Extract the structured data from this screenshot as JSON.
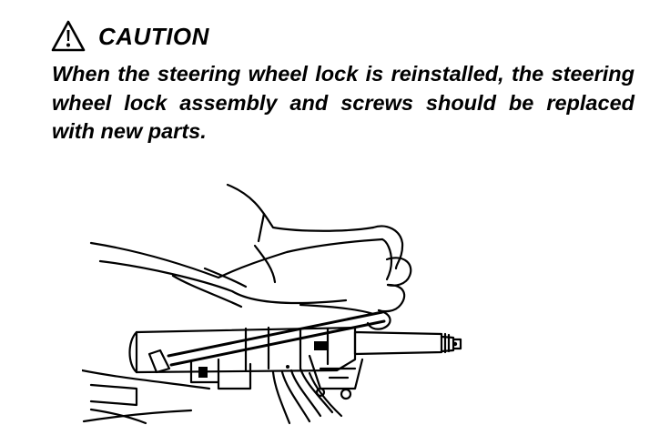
{
  "caution": {
    "icon": "warning-triangle-icon",
    "title": "CAUTION",
    "text": "When the steering wheel lock is reinstalled, the steering wheel lock assembly and screws should be replaced with new parts."
  },
  "illustration": {
    "icon": "steering-column-lock-illustration"
  }
}
